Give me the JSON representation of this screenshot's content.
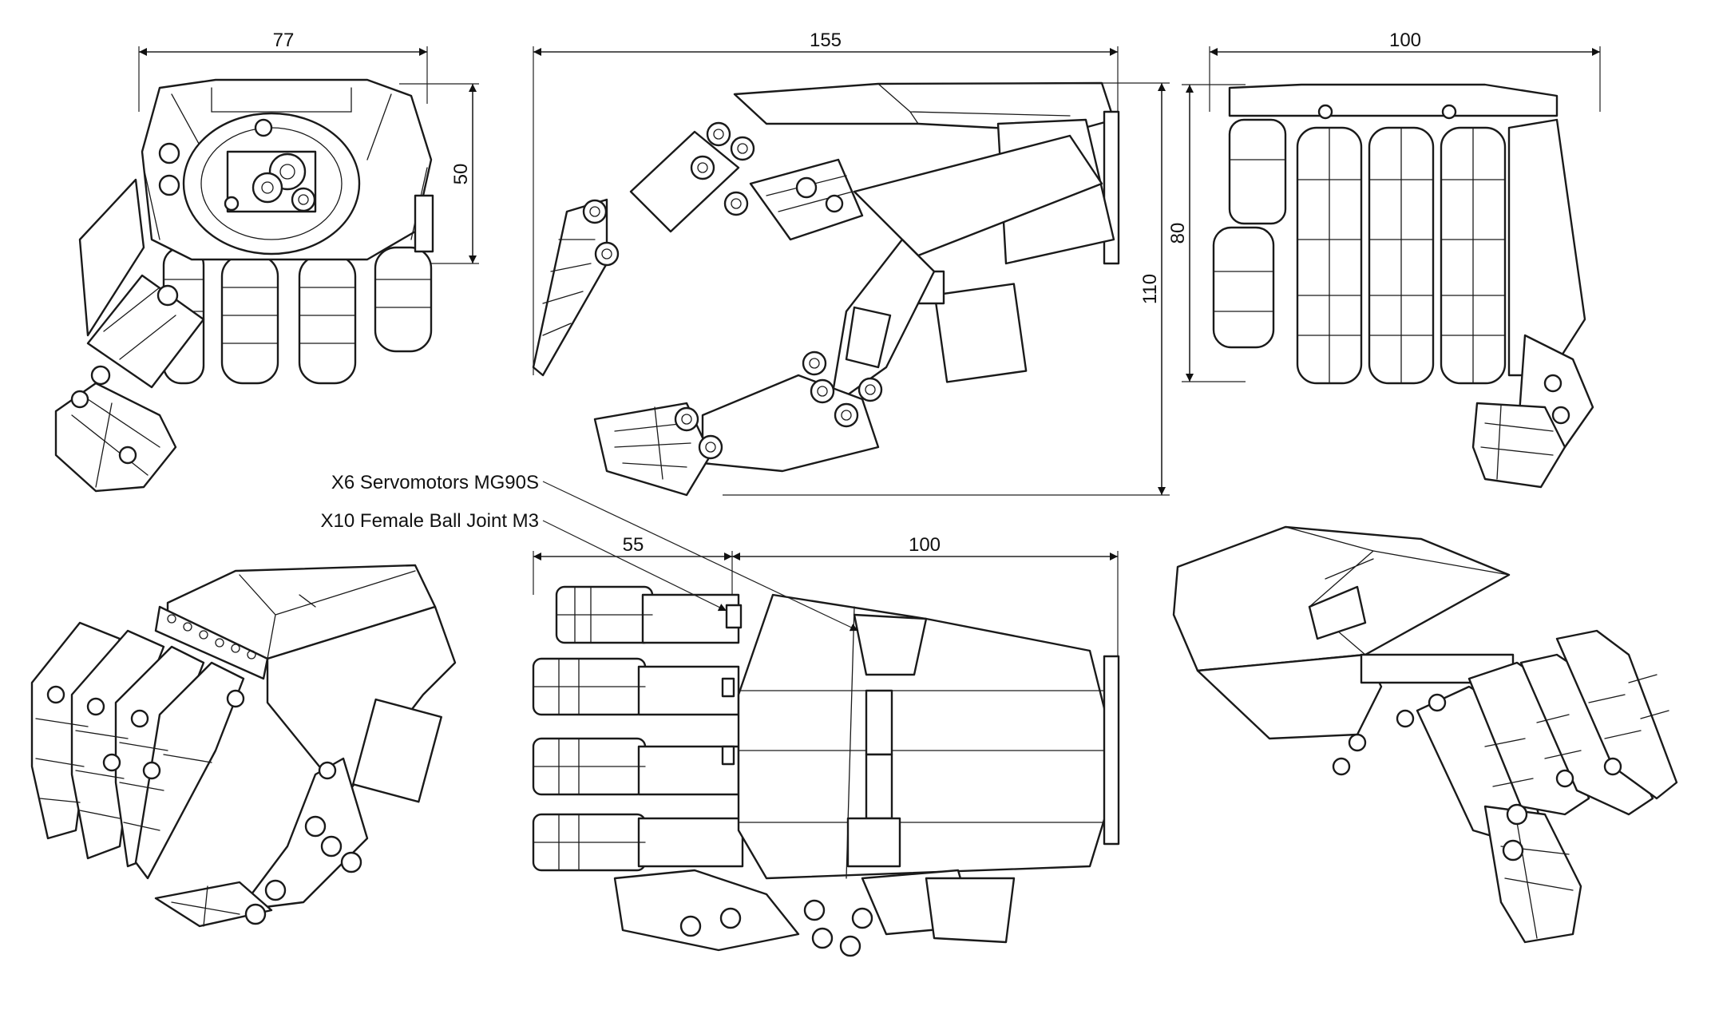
{
  "dimensions": {
    "front_width": "77",
    "front_height": "50",
    "side_length": "155",
    "side_height": "110",
    "top_width": "100",
    "top_height": "80",
    "bottom_fingers": "55",
    "bottom_palm": "100"
  },
  "callouts": {
    "servos": "X6 Servomotors MG90S",
    "ball_joints": "X10 Female Ball Joint M3"
  },
  "colors": {
    "line": "#1a1a1a",
    "background": "#ffffff"
  }
}
